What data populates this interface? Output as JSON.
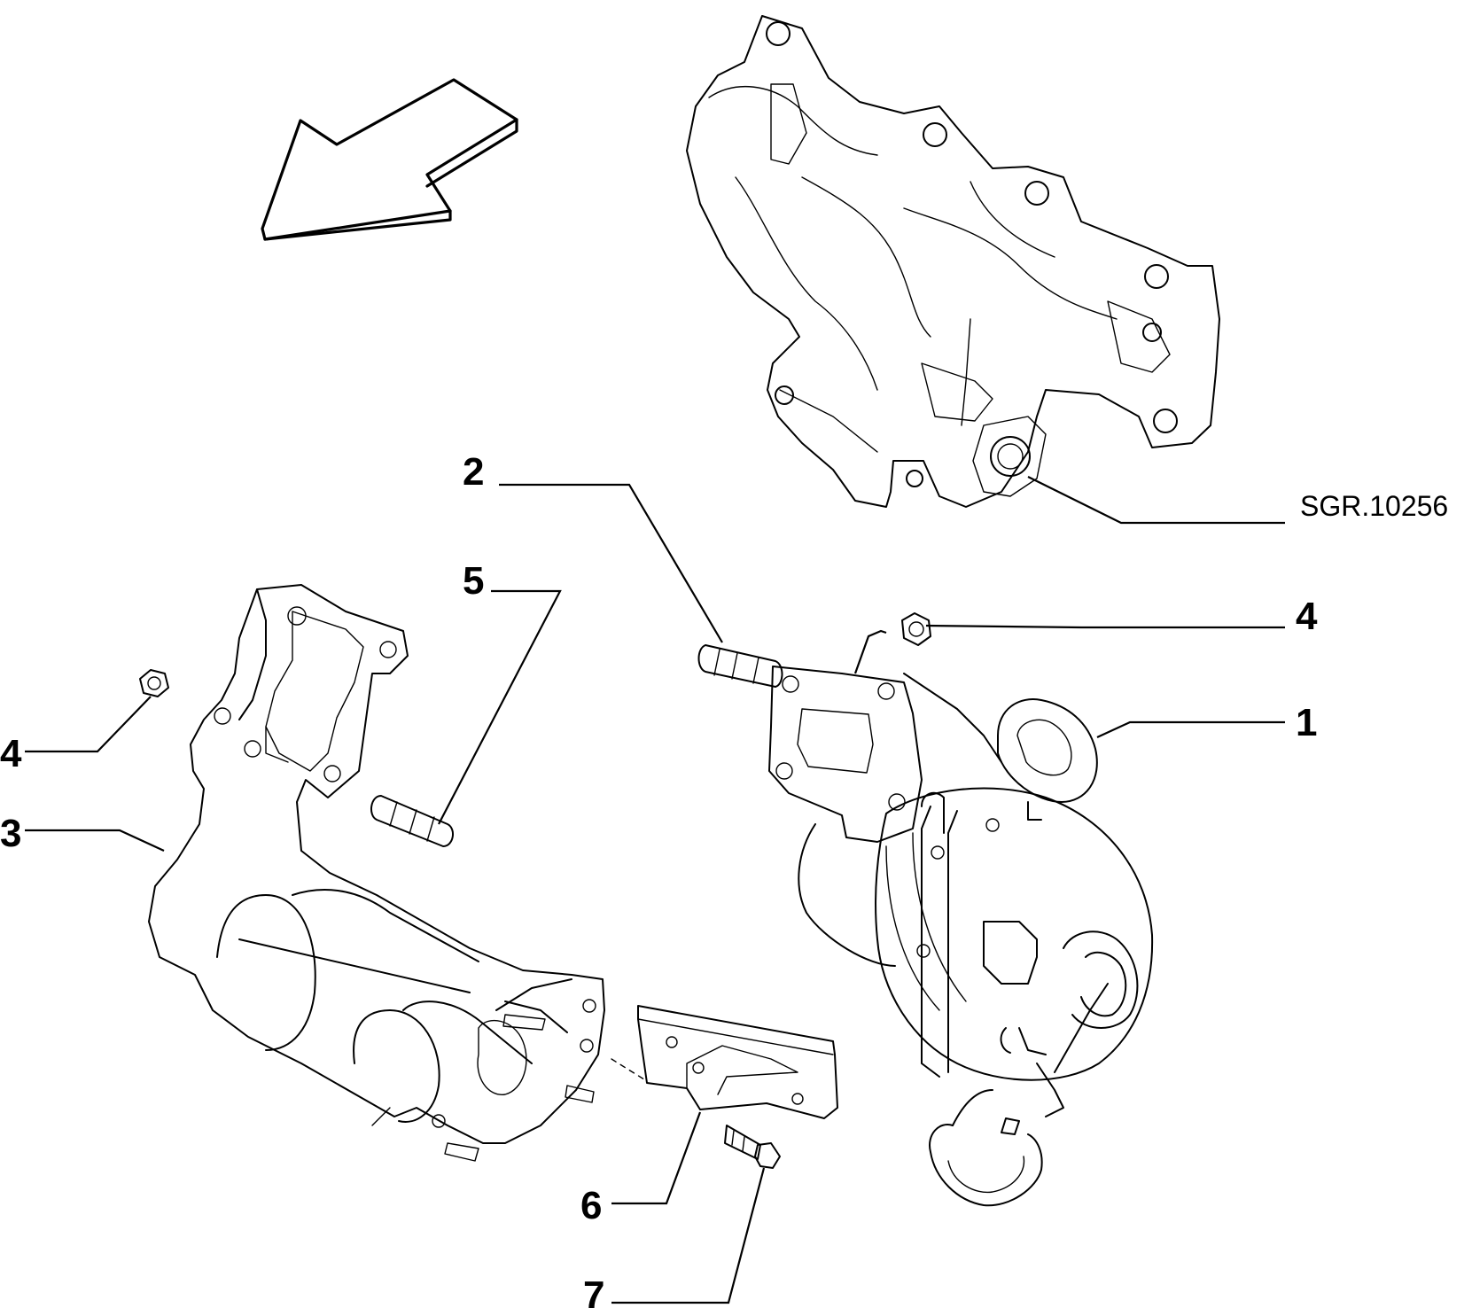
{
  "diagram": {
    "reference_code": "SGR.10256",
    "callouts": [
      {
        "id": "c1",
        "label": "1"
      },
      {
        "id": "c2",
        "label": "2"
      },
      {
        "id": "c3",
        "label": "3"
      },
      {
        "id": "c4a",
        "label": "4"
      },
      {
        "id": "c4b",
        "label": "4"
      },
      {
        "id": "c5",
        "label": "5"
      },
      {
        "id": "c6",
        "label": "6"
      },
      {
        "id": "c7",
        "label": "7"
      }
    ]
  }
}
